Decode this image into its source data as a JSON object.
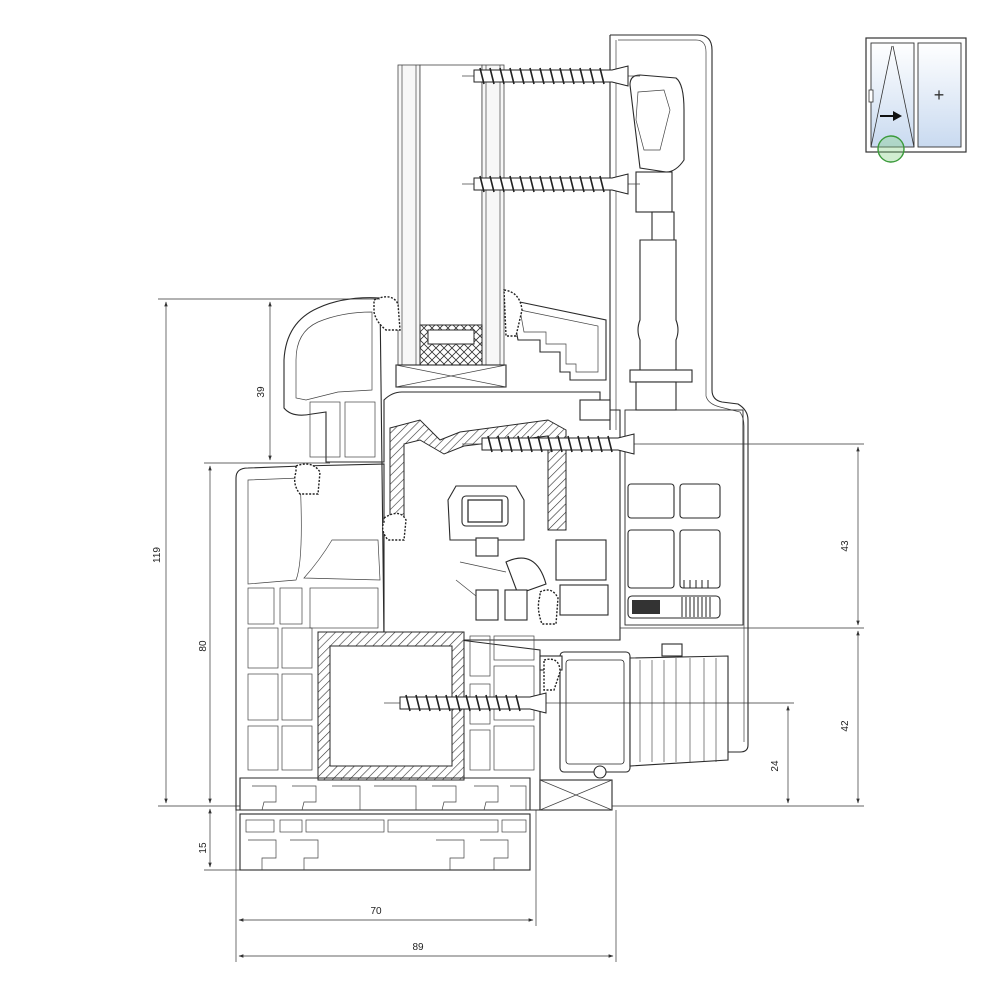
{
  "dimensions": {
    "d119": "119",
    "d39": "39",
    "d80": "80",
    "d15": "15",
    "d70": "70",
    "d89": "89",
    "d43": "43",
    "d42": "42",
    "d24": "24"
  },
  "inset": {
    "plus_symbol": "+",
    "highlight_color": "#7ccf7c",
    "glass_tint": "#c9daf0"
  },
  "icons": [
    "screw-icon",
    "arrow-right-icon",
    "plus-icon"
  ]
}
